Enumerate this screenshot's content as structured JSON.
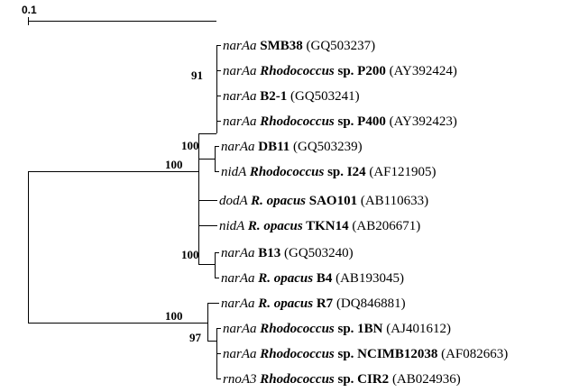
{
  "scale_bar": {
    "label": "0.1"
  },
  "leaves": [
    {
      "gene": "narAa",
      "name": [
        {
          "t": "SMB38",
          "s": "b"
        }
      ],
      "accession": "(GQ503237)"
    },
    {
      "gene": "narAa",
      "name": [
        {
          "t": "Rhodococcus",
          "s": "bi"
        },
        {
          "t": " sp. P200",
          "s": "b"
        }
      ],
      "accession": "(AY392424)"
    },
    {
      "gene": "narAa",
      "name": [
        {
          "t": "B2-1",
          "s": "b"
        }
      ],
      "accession": "(GQ503241)"
    },
    {
      "gene": "narAa",
      "name": [
        {
          "t": "Rhodococcus",
          "s": "bi"
        },
        {
          "t": " sp. P400",
          "s": "b"
        }
      ],
      "accession": "(AY392423)"
    },
    {
      "gene": "narAa",
      "name": [
        {
          "t": "DB11",
          "s": "b"
        }
      ],
      "accession": "(GQ503239)"
    },
    {
      "gene": "nidA",
      "name": [
        {
          "t": "Rhodococcus",
          "s": "bi"
        },
        {
          "t": " sp. I24",
          "s": "b"
        }
      ],
      "accession": "(AF121905)"
    },
    {
      "gene": "dodA",
      "name": [
        {
          "t": "R. opacus",
          "s": "bi"
        },
        {
          "t": " SAO101",
          "s": "b"
        }
      ],
      "accession": "(AB110633)"
    },
    {
      "gene": "nidA",
      "name": [
        {
          "t": "R. opacus",
          "s": "bi"
        },
        {
          "t": " TKN14",
          "s": "b"
        }
      ],
      "accession": "(AB206671)"
    },
    {
      "gene": "narAa",
      "name": [
        {
          "t": "B13",
          "s": "b"
        }
      ],
      "accession": "(GQ503240)"
    },
    {
      "gene": "narAa",
      "name": [
        {
          "t": "R. opacus",
          "s": "bi"
        },
        {
          "t": " B4",
          "s": "b"
        }
      ],
      "accession": "(AB193045)"
    },
    {
      "gene": "narAa",
      "name": [
        {
          "t": "R. opacus",
          "s": "bi"
        },
        {
          "t": " R7",
          "s": "b"
        }
      ],
      "accession": "(DQ846881)"
    },
    {
      "gene": "narAa",
      "name": [
        {
          "t": "Rhodococcus",
          "s": "bi"
        },
        {
          "t": " sp. 1BN",
          "s": "b"
        }
      ],
      "accession": "(AJ401612)"
    },
    {
      "gene": "narAa",
      "name": [
        {
          "t": "Rhodococcus",
          "s": "bi"
        },
        {
          "t": " sp. NCIMB12038",
          "s": "b"
        }
      ],
      "accession": "(AF082663)"
    },
    {
      "gene": "rnoA3",
      "name": [
        {
          "t": "Rhodococcus",
          "s": "bi"
        },
        {
          "t": " sp. CIR2",
          "s": "b"
        }
      ],
      "accession": "(AB024936)"
    }
  ],
  "bootstrap": [
    {
      "id": "boot-91",
      "value": "91"
    },
    {
      "id": "boot-100-upper-clade",
      "value": "100"
    },
    {
      "id": "boot-100-root-upper",
      "value": "100"
    },
    {
      "id": "boot-100-b13-clade",
      "value": "100"
    },
    {
      "id": "boot-100-root-lower",
      "value": "100"
    },
    {
      "id": "boot-97",
      "value": "97"
    }
  ]
}
